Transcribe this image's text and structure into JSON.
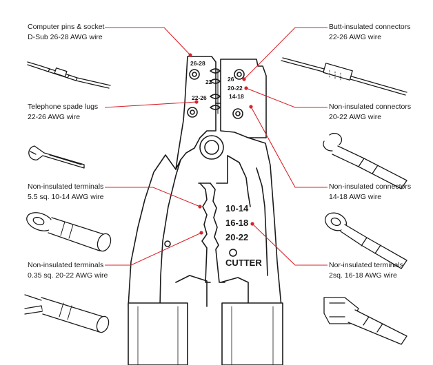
{
  "accent_color": "#d8232a",
  "callouts": {
    "computer_pins": {
      "line1": "Computer pins & socket",
      "line2": "D-Sub 26-28 AWG wire"
    },
    "telephone_lugs": {
      "line1": "Telephone spade lugs",
      "line2": "22-26 AWG wire"
    },
    "non_ins_terminals_large": {
      "line1": "Non-insulated terminals",
      "line2": "5.5 sq. 10-14 AWG wire"
    },
    "non_ins_terminals_small": {
      "line1": "Non-insulated terminals",
      "line2": "0.35 sq. 20-22 AWG wire"
    },
    "butt_insulated": {
      "line1": "Butt-insulated connectors",
      "line2": "22-26 AWG wire"
    },
    "non_ins_connectors_20": {
      "line1": "Non-insulated connectors",
      "line2": "20-22 AWG wire"
    },
    "non_ins_connectors_14": {
      "line1": "Non-insulated connectors",
      "line2": "14-18 AWG wire"
    },
    "nor_ins_terminals": {
      "line1": "Nor-insulated terminals",
      "line2": "2sq. 16-18 AWG wire"
    }
  },
  "tool_labels": {
    "die_26_28": "26-28",
    "die_22": "22-",
    "die_26": "26",
    "die_22_26": "22-26",
    "die_20_22_upper": "20-22",
    "die_14_18": "14-18",
    "jaw_10_14": "10-14",
    "jaw_16_18": "16-18",
    "jaw_20_22": "20-22",
    "cutter": "CUTTER"
  }
}
